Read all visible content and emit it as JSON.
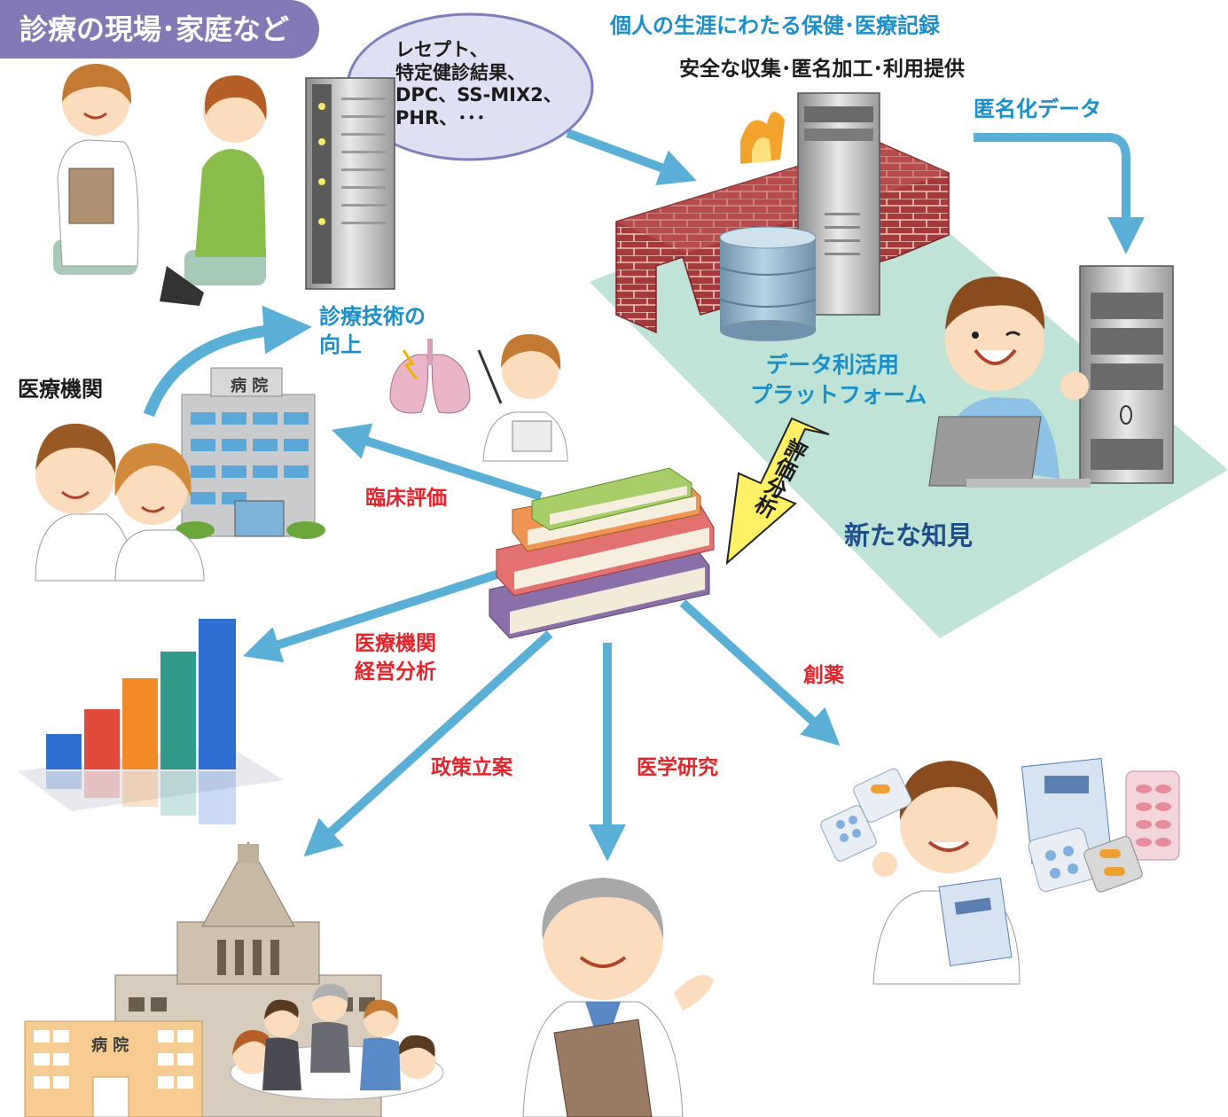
{
  "header": {
    "title_pill": "診療の現場･家庭など",
    "top_title": "個人の生涯にわたる保健･医療記録",
    "subtitle": "安全な収集･匿名加工･利用提供"
  },
  "bubble": {
    "lines": [
      "レセプト、",
      "特定健診結果、",
      "DPC、SS-MIX2、",
      "PHR、･･･"
    ]
  },
  "labels": {
    "anonymized_data": "匿名化データ",
    "platform_line1": "データ利活用",
    "platform_line2": "プラットフォーム",
    "new_knowledge": "新たな知見",
    "evaluation_analysis": [
      "評",
      "価",
      "分",
      "析"
    ],
    "improve_line1": "診療技術の",
    "improve_line2": "向上",
    "institution": "医療機関",
    "clinical_evaluation": "臨床評価",
    "mgmt_line1": "医療機関",
    "mgmt_line2": "経営分析",
    "drug_discovery": "創薬",
    "policy": "政策立案",
    "medical_research": "医学研究",
    "hospital_sign": "病 院",
    "hospital_sign2": "病 院"
  },
  "colors": {
    "pill": "#8478b7",
    "arrow": "#5aafd6",
    "platform": "#bfe3d6",
    "brick": "#a8383a",
    "red_text": "#e3242b",
    "blue_text": "#1a8fc9",
    "yellow_arrow": "#fff066"
  },
  "icons": [
    "doctor-icon",
    "patient-icon",
    "server-icon",
    "firewall-icon",
    "database-icon",
    "pc-tower-icon",
    "engineer-icon",
    "books-icon",
    "hospital-icon",
    "lungs-icon",
    "bar-chart-icon",
    "parliament-icon",
    "professor-icon",
    "pharmacist-icon",
    "pills-icon"
  ]
}
